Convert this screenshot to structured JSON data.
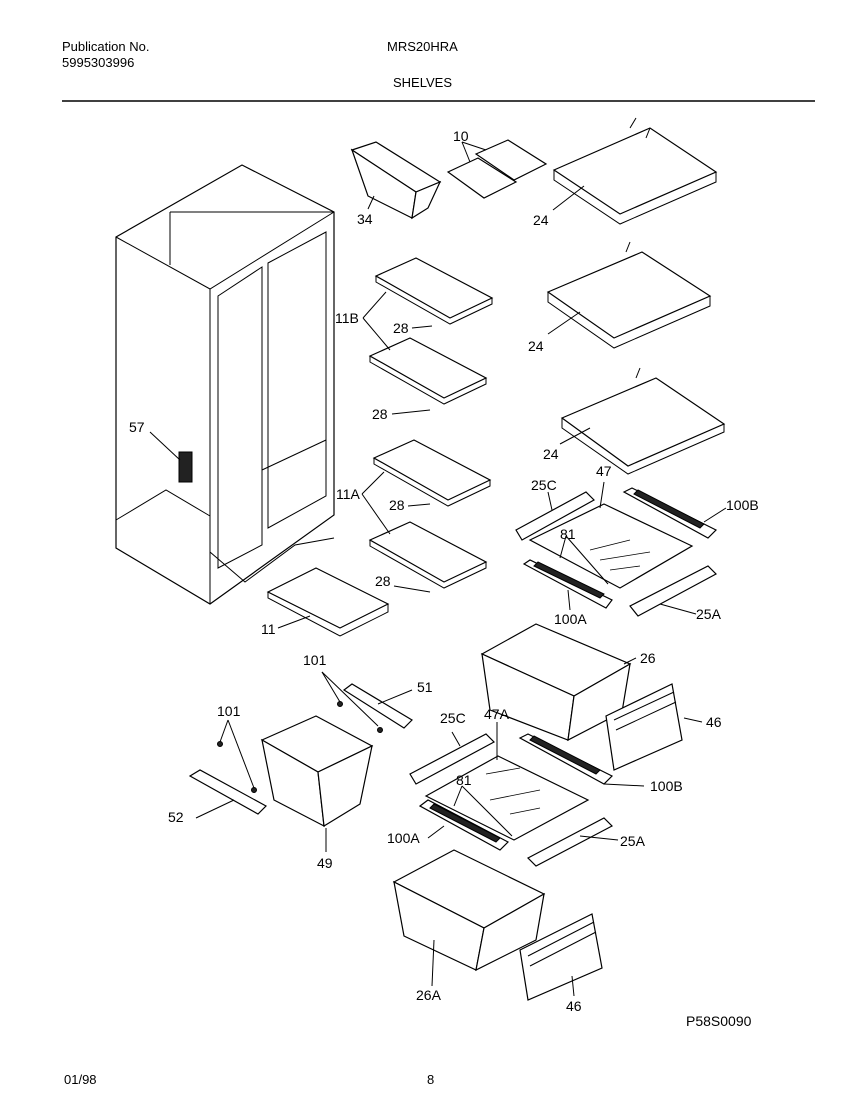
{
  "header": {
    "publication_label": "Publication No.",
    "publication_number": "5995303996",
    "model": "MRS20HRA",
    "section": "SHELVES"
  },
  "footer": {
    "date": "01/98",
    "page": "8",
    "diagram_code": "P58S0090"
  },
  "callouts": {
    "c34": "34",
    "c10": "10",
    "c24a": "24",
    "c24b": "24",
    "c24c": "24",
    "c11b": "11B",
    "c28a": "28",
    "c28b": "28",
    "c28c": "28",
    "c28d": "28",
    "c57": "57",
    "c11a": "11A",
    "c11": "11",
    "c25c_top": "25C",
    "c47": "47",
    "c100b_top": "100B",
    "c81_top": "81",
    "c100a_top": "100A",
    "c25a_top": "25A",
    "c26": "26",
    "c46_top": "46",
    "c101_mid": "101",
    "c51": "51",
    "c101_left": "101",
    "c52": "52",
    "c49": "49",
    "c25c_bot": "25C",
    "c47a": "47A",
    "c81_bot": "81",
    "c100b_bot": "100B",
    "c100a_bot": "100A",
    "c25a_bot": "25A",
    "c26a": "26A",
    "c46_bot": "46"
  }
}
